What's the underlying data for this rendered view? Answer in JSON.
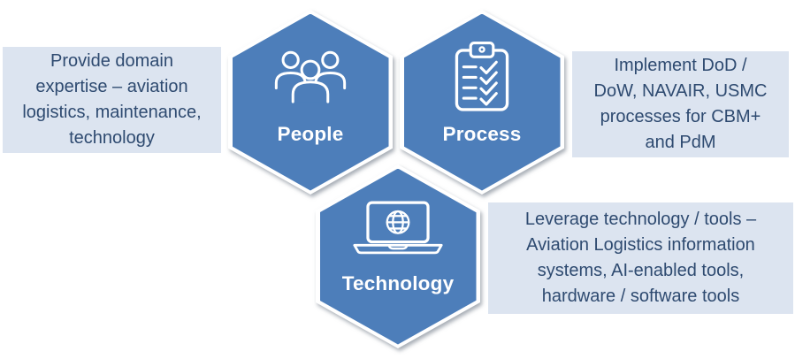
{
  "diagram": {
    "hexagons": [
      {
        "label": "People",
        "icon": "people-group-icon"
      },
      {
        "label": "Process",
        "icon": "clipboard-checklist-icon"
      },
      {
        "label": "Technology",
        "icon": "laptop-globe-icon"
      }
    ],
    "callouts": [
      {
        "text": "Provide domain\nexpertise – aviation\nlogistics, maintenance,\ntechnology"
      },
      {
        "text": "Implement DoD /\nDoW, NAVAIR, USMC\nprocesses for CBM+\nand PdM"
      },
      {
        "text": "Leverage technology / tools –\nAviation Logistics information\nsystems, AI-enabled tools,\nhardware / software tools"
      }
    ],
    "colors": {
      "hexagon_fill": "#4D7EBA",
      "hexagon_border": "#FFFFFF",
      "callout_background": "#DCE4F0",
      "callout_text": "#2E4A70",
      "label_text": "#FFFFFF"
    }
  }
}
